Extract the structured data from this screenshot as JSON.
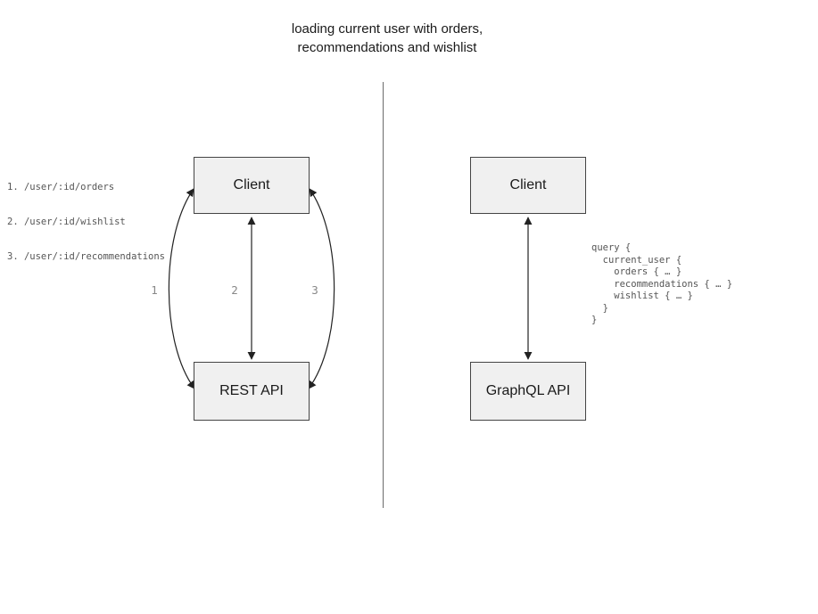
{
  "title": {
    "line1": "loading current user with orders,",
    "line2": "recommendations and wishlist"
  },
  "rest_panel": {
    "endpoints": [
      "1. /user/:id/orders",
      "2. /user/:id/wishlist",
      "3. /user/:id/recommendations"
    ],
    "client_label": "Client",
    "api_label": "REST API",
    "arrow_labels": [
      "1",
      "2",
      "3"
    ]
  },
  "graphql_panel": {
    "client_label": "Client",
    "api_label": "GraphQL API",
    "query": "query {\n  current_user {\n    orders { … }\n    recommendations { … }\n    wishlist { … }\n  }\n}"
  },
  "colors": {
    "box_fill": "#f0f0f0",
    "box_border": "#444444",
    "arrow": "#222222",
    "divider": "#6b6b6b",
    "code_text": "#555555",
    "label_gray": "#888888",
    "text": "#111111"
  }
}
